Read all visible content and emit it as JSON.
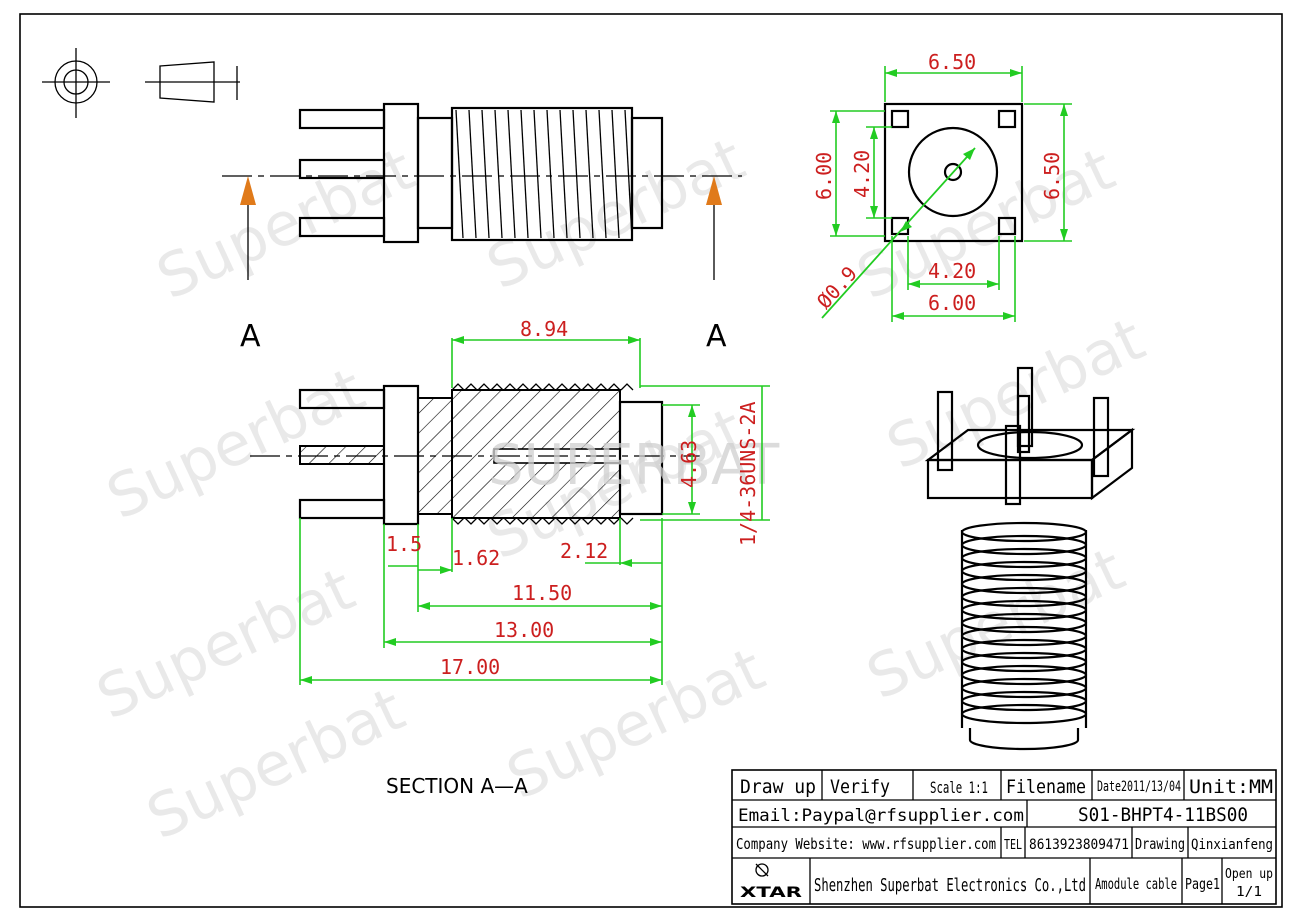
{
  "watermark": "Superbat",
  "center_watermark": "SUPERBAT",
  "section_marks": {
    "left": "A",
    "right": "A"
  },
  "section_caption": "SECTION  A—A",
  "dimensions": {
    "top_width": "6.50",
    "right_height": "6.50",
    "left_outer": "6.00",
    "left_inner": "4.20",
    "bottom_inner": "4.20",
    "bottom_outer": "6.00",
    "hole_dia": "Ø0.9",
    "thread_length": "8.94",
    "thread_spec": "1/4-36UNS-2A",
    "bore": "4.63",
    "flange": "1.5",
    "gap": "1.62",
    "tip": "2.12",
    "len_1150": "11.50",
    "len_1300": "13.00",
    "len_1700": "17.00"
  },
  "title_block": {
    "draw_up": "Draw up",
    "verify": "Verify",
    "scale": "Scale 1:1",
    "filename": "Filename",
    "date": "Date2011/13/04",
    "unit": "Unit:MM",
    "email": "Email:Paypal@rfsupplier.com",
    "part_no": "S01-BHPT4-11BS00",
    "website": "Company Website:  www.rfsupplier.com",
    "tel_label": "TEL",
    "tel": "8613923809471",
    "drawing": "Drawing",
    "drawer": "Qinxianfeng",
    "logo": "XTAR",
    "company": "Shenzhen Superbat Electronics Co.,Ltd",
    "product": "Amodule cable",
    "page": "Page1",
    "open_up": "Open up",
    "sheet": "1/1"
  }
}
